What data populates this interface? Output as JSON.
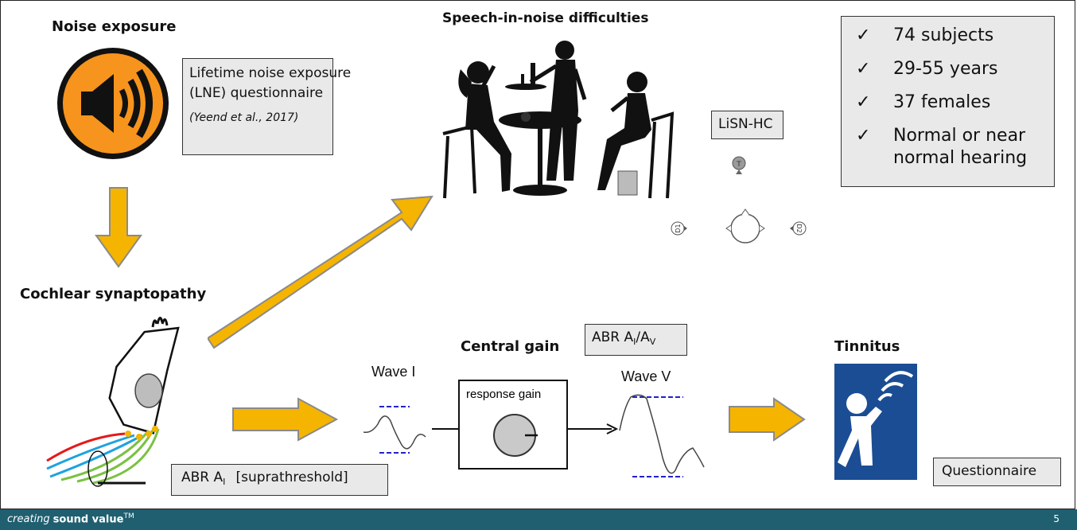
{
  "headings": {
    "noise_exposure": "Noise exposure",
    "speech_in_noise": "Speech-in-noise difficulties",
    "cochlear_synaptopathy": "Cochlear synaptopathy",
    "central_gain": "Central gain",
    "tinnitus": "Tinnitus"
  },
  "lne_box": {
    "line1": "Lifetime noise exposure",
    "line2": "(LNE) questionnaire",
    "citation": "(Yeend et al., 2017)"
  },
  "lisn_box": {
    "label": "LiSN-HC"
  },
  "speakers": {
    "t": "T",
    "d1": "D1",
    "d2": "D2"
  },
  "summary_box": {
    "items": [
      "74 subjects",
      "29-55 years",
      "37 females",
      "Normal or near",
      "normal hearing"
    ]
  },
  "abr_ratio_box": {
    "prefix": "ABR A",
    "sub1": "I",
    "slash": "/A",
    "sub2": "V"
  },
  "waves": {
    "wave1": "Wave I",
    "wave5": "Wave V"
  },
  "gain_box": {
    "label": "response gain"
  },
  "abr_supra_box": {
    "prefix": "ABR A",
    "sub": "I",
    "suffix": "[suprathreshold]"
  },
  "questionnaire_box": {
    "label": "Questionnaire"
  },
  "footer": {
    "italic": "creating",
    "bold": "sound value",
    "tm": "TM",
    "page": "5"
  },
  "colors": {
    "arrow": "#f5b400",
    "arrow_edge": "#8a8a8a",
    "footer": "#1f5f6f",
    "speaker_orange": "#f7941d",
    "tinnitus_blue": "#1a4d94"
  }
}
